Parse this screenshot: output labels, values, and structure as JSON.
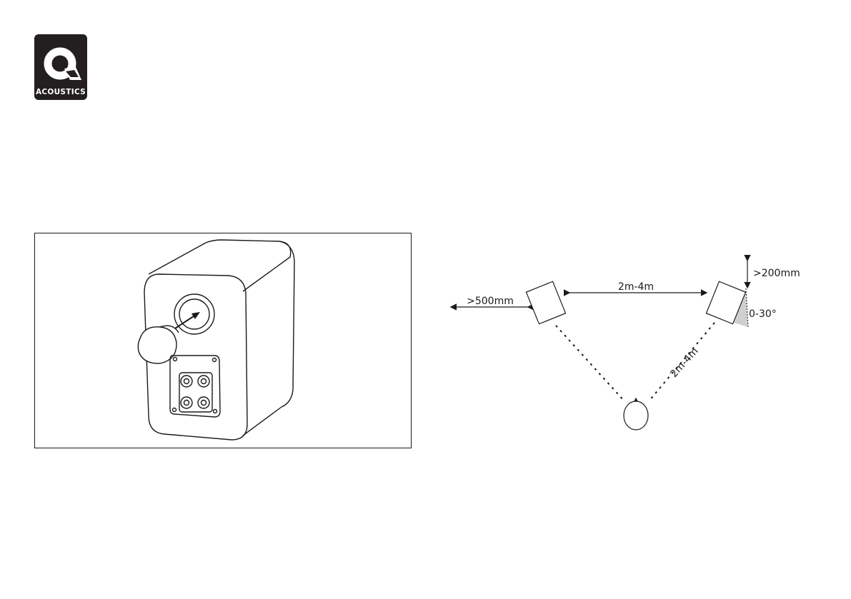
{
  "logo": {
    "letter": "Q",
    "wordmark": "ACOUSTICS"
  },
  "placement": {
    "side_wall_distance": ">500mm",
    "speaker_separation": "2m-4m",
    "rear_wall_distance": ">200mm",
    "toe_in_angle": "0-30°",
    "listener_distance": "2m-4m"
  },
  "colors": {
    "ink": "#1a1a1a",
    "logo_bg": "#231f20",
    "angle_fill": "#cfcfcf"
  }
}
